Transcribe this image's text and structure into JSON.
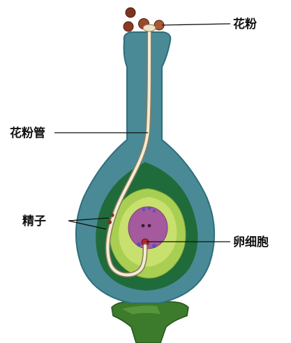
{
  "labels": {
    "pollen": "花粉",
    "pollen_tube": "花粉管",
    "sperm": "精子",
    "egg_cell": "卵细胞"
  },
  "colors": {
    "pistil": "#4a8a96",
    "pistil_edge": "#2f6e7b",
    "ovary_inner": "#1f6b3a",
    "ovule": "#a9cf52",
    "ovule_light": "#c8e06e",
    "embryo_sac": "#a45a9c",
    "tube": "#f3ecd6",
    "tube_edge": "#8a7a5a",
    "stalk": "#3c7a2c",
    "pollen": "#7a3520",
    "egg": "#b3262a"
  }
}
